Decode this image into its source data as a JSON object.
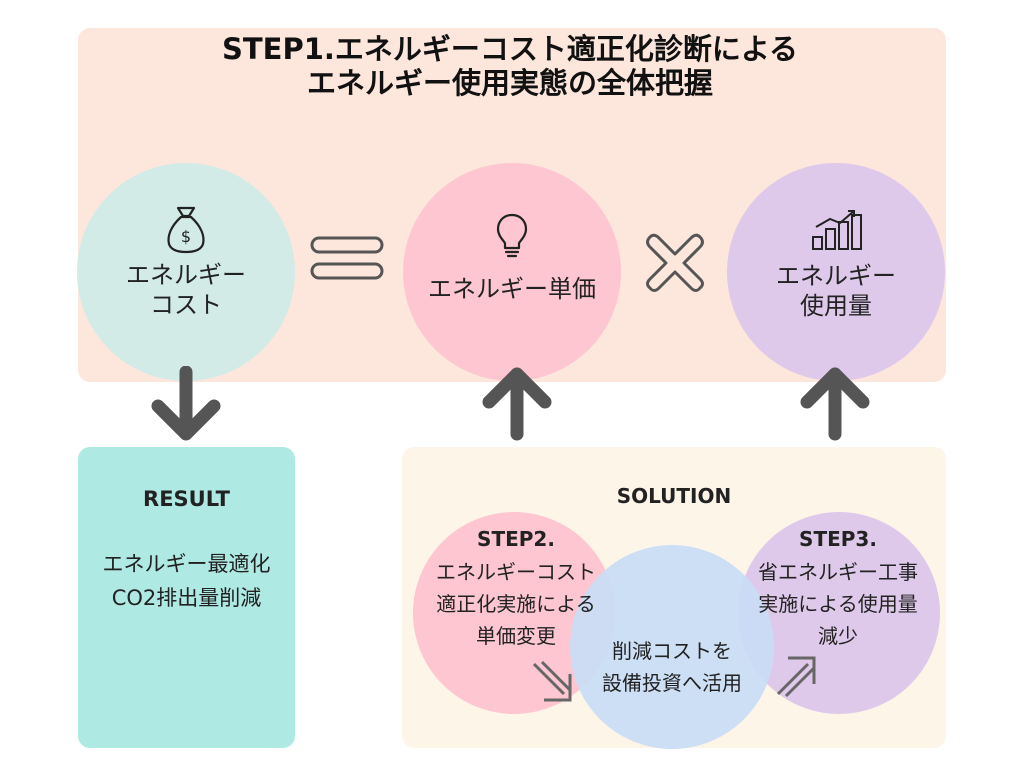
{
  "title": {
    "line1": "STEP1.エネルギーコスト適正化診断による",
    "line2": "エネルギー使用実態の全体把握"
  },
  "formula": {
    "cost": {
      "line1": "エネルギー",
      "line2": "コスト",
      "icon": "money-bag-icon"
    },
    "price": {
      "label": "エネルギー単価",
      "icon": "lightbulb-icon"
    },
    "usage": {
      "line1": "エネルギー",
      "line2": "使用量",
      "icon": "bar-chart-icon"
    },
    "equals_icon": "equals-icon",
    "times_icon": "multiply-icon"
  },
  "result": {
    "title": "RESULT",
    "line1": "エネルギー最適化",
    "line2": "CO2排出量削減"
  },
  "solution": {
    "title": "SOLUTION",
    "step2": {
      "title": "STEP2.",
      "line1": "エネルギーコスト",
      "line2": "適正化実施による",
      "line3": "単価変更"
    },
    "step3": {
      "title": "STEP3.",
      "line1": "省エネルギー工事",
      "line2": "実施による使用量",
      "line3": "減少"
    },
    "center": {
      "line1": "削減コストを",
      "line2": "設備投資へ活用"
    }
  },
  "colors": {
    "top_panel": "#fde6dc",
    "cost_circle": "#d2ebe6",
    "price_circle": "#fdc6d0",
    "usage_circle": "#dfc9ea",
    "result_panel": "#aee9e3",
    "solution_panel": "#fdf5e8",
    "center_circle": "#c9dcf5",
    "arrow": "#555555"
  }
}
